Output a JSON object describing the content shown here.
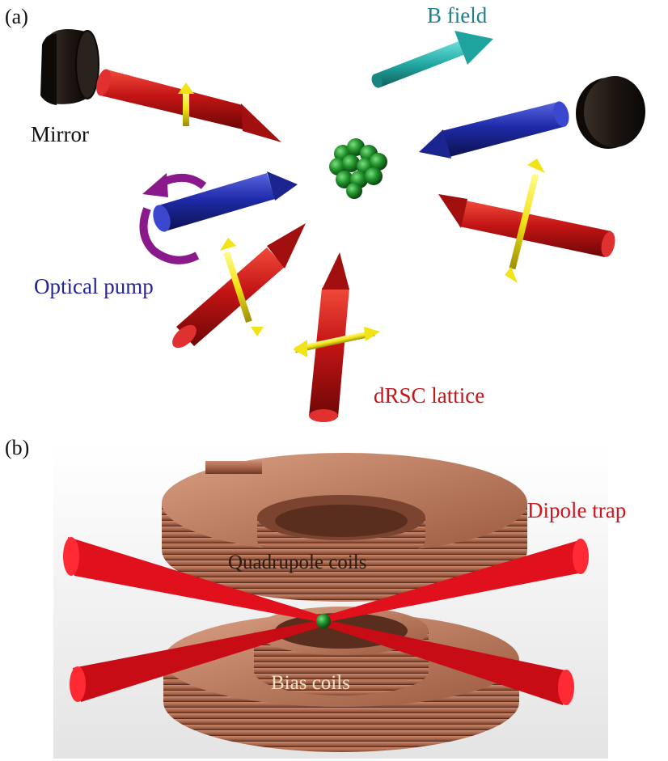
{
  "panel_a": {
    "label": "(a)",
    "labels": {
      "mirror": "Mirror",
      "b_field": "B field",
      "optical_pump": "Optical pump",
      "drsc_lattice": "dRSC lattice"
    }
  },
  "panel_b": {
    "label": "(b)",
    "labels": {
      "dipole_trap": "Dipole trap",
      "quadrupole_coils": "Quadrupole coils",
      "bias_coils": "Bias coils"
    }
  },
  "colors": {
    "lattice_red": "#c21414",
    "pump_blue": "#1e2aa8",
    "b_field_teal": "#23a9a4",
    "polarization_yellow": "#f2e316",
    "circular_purple": "#8a1a8c",
    "atoms_green": "#1f8f2a",
    "mirror_black": "#1c1612",
    "coil_copper": "#a8654a",
    "dipole_red": "#e0101c",
    "mirror_text": "#111111",
    "b_field_text": "#1f7f8c",
    "optical_pump_text": "#23239a",
    "drsc_text": "#c0161a",
    "dipole_text": "#d4141c",
    "coil_text": "#2a1a10",
    "bias_text": "#f2e2c6"
  }
}
